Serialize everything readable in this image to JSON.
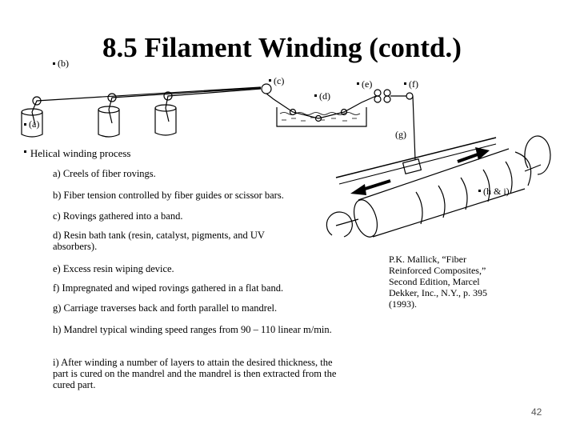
{
  "slide": {
    "title": "8.5 Filament Winding (contd.)",
    "page_number": "42"
  },
  "diagram": {
    "labels": {
      "a": "(a)",
      "b": "(b)",
      "c": "(c)",
      "d": "(d)",
      "e": "(e)",
      "f": "(f)",
      "g": "(g)",
      "hi": "(h & i)"
    }
  },
  "content": {
    "heading": "Helical winding process",
    "steps": [
      "a) Creels of fiber rovings.",
      "b) Fiber tension controlled by fiber guides or scissor bars.",
      "c) Rovings gathered into a band.",
      "d) Resin bath tank (resin, catalyst, pigments, and UV absorbers).",
      "e) Excess resin wiping device.",
      "f) Impregnated and wiped rovings gathered in a flat band.",
      "g) Carriage traverses back and forth parallel to mandrel.",
      "h) Mandrel typical winding speed ranges from 90 – 110 linear m/min.",
      "i) After winding a number of layers to attain the desired thickness, the part is cured on the mandrel and the mandrel is then extracted from the cured part."
    ]
  },
  "reference": {
    "text": "P.K. Mallick, “Fiber Reinforced Composites,” Second Edition, Marcel Dekker, Inc., N.Y., p. 395 (1993)."
  }
}
